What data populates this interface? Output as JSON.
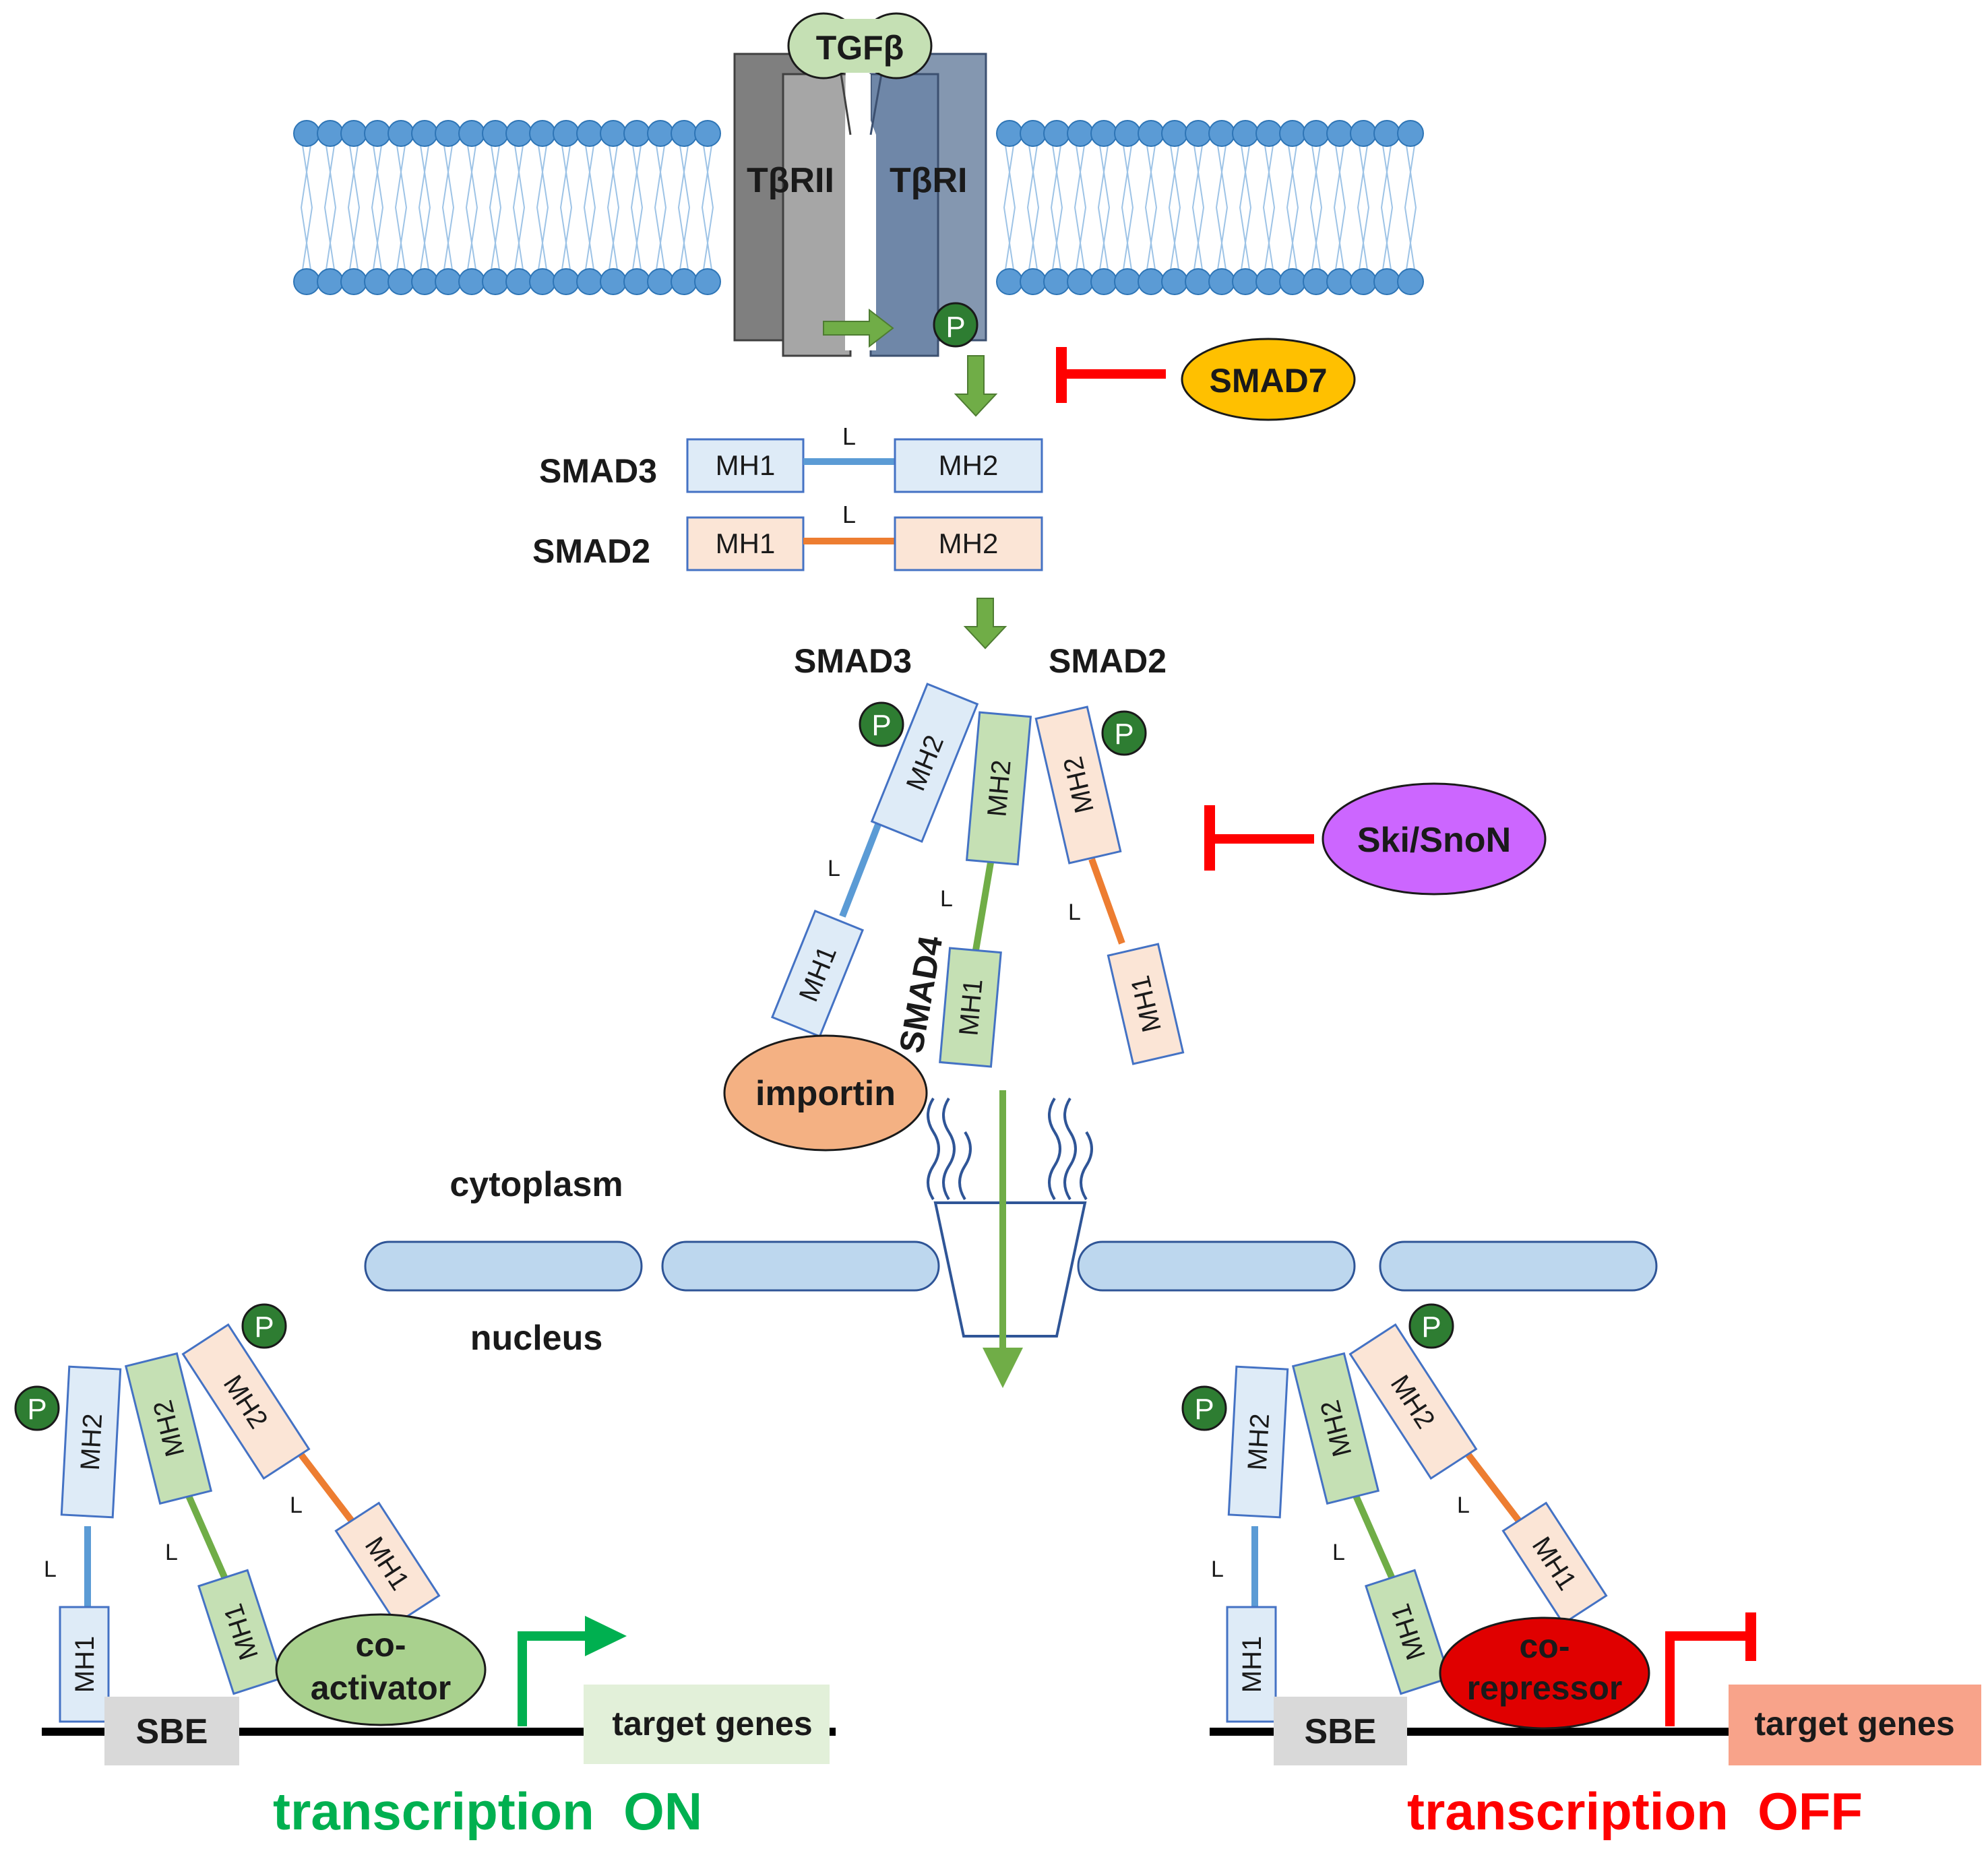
{
  "membrane": {
    "ligand": "TGFβ",
    "receptor_2": "TβRII",
    "receptor_1": "TβRI",
    "phospho": "P"
  },
  "inhibitors": {
    "smad7": "SMAD7",
    "ski_snon": "Ski/SnoN"
  },
  "smads": {
    "smad3": "SMAD3",
    "smad2": "SMAD2",
    "smad4": "SMAD4",
    "mh1": "MH1",
    "mh2": "MH2",
    "linker": "L"
  },
  "complex": {
    "smad3": "SMAD3",
    "smad2": "SMAD2",
    "smad4": "SMAD4"
  },
  "transport": {
    "importin": "importin",
    "cytoplasm": "cytoplasm",
    "nucleus": "nucleus"
  },
  "left_panel": {
    "coactivator_1": "co-",
    "coactivator_2": "activator",
    "sbe": "SBE",
    "target_genes": "target genes",
    "status": "transcription  ON"
  },
  "right_panel": {
    "corepressor_1": "co-",
    "corepressor_2": "repressor",
    "sbe": "SBE",
    "target_genes": "target genes",
    "status": "transcription  OFF"
  },
  "colors": {
    "membrane_blue": "#5b9bd5",
    "green_arrow": "#70ad47",
    "inhibit_red": "#ff0000",
    "on_green": "#00b050",
    "off_red": "#ff0000",
    "smad3_fill": "#deebf7",
    "smad2_fill": "#fbe5d6",
    "smad4_fill": "#c5e0b4",
    "smad7_fill": "#ffc000",
    "ski_fill": "#cc66ff",
    "importin_fill": "#f4b183"
  }
}
